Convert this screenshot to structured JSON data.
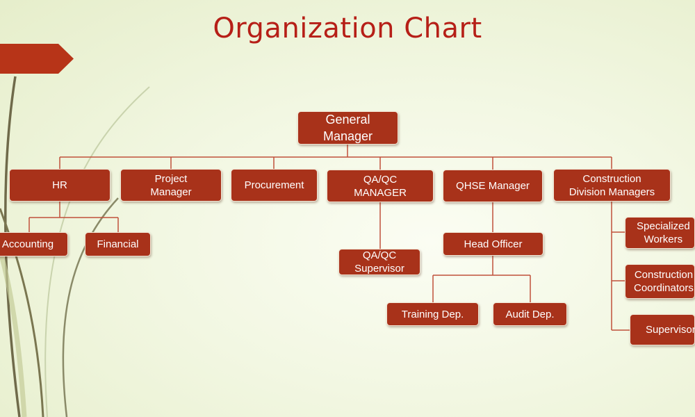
{
  "title": "Organization Chart",
  "colors": {
    "node_fill": "#a8321a",
    "connector": "#c0503a",
    "title": "#b61f17",
    "accent_tab": "#b73418"
  },
  "nodes": {
    "general_manager": "General\nManager",
    "hr": "HR",
    "project_manager": "Project\nManager",
    "procurement": "Procurement",
    "qaqc_manager": "QA/QC\nMANAGER",
    "qhse_manager": "QHSE Manager",
    "construction_division": "Construction\nDivision Managers",
    "accounting": "Accounting",
    "financial": "Financial",
    "qaqc_supervisor": "QA/QC\nSupervisor",
    "head_officer": "Head Officer",
    "training_dep": "Training Dep.",
    "audit_dep": "Audit Dep.",
    "specialized_workers": "Specialized\nWorkers",
    "construction_coordinators": "Construction\nCoordinators",
    "supervisors": "Supervisors"
  }
}
